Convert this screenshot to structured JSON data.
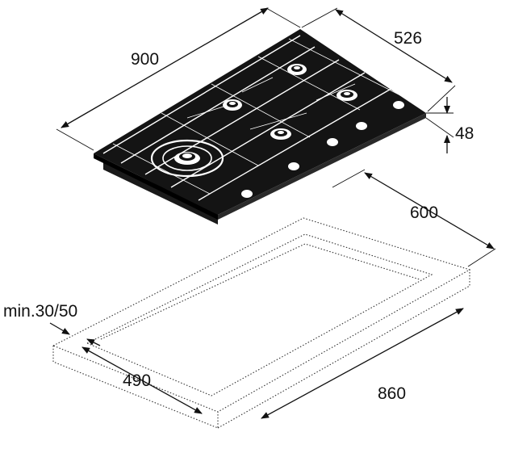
{
  "dimensions": {
    "hob_width": "900",
    "hob_depth": "526",
    "hob_height": "48",
    "cutout_depth_outer": "600",
    "min_clearance": "min.30/50",
    "cutout_depth": "490",
    "cutout_width": "860"
  },
  "colors": {
    "glass": "#141414",
    "line": "#111111",
    "grate": "#ffffff",
    "background": "#ffffff"
  },
  "icons": {
    "burners": "gas-burner",
    "knobs": "control-knob"
  }
}
